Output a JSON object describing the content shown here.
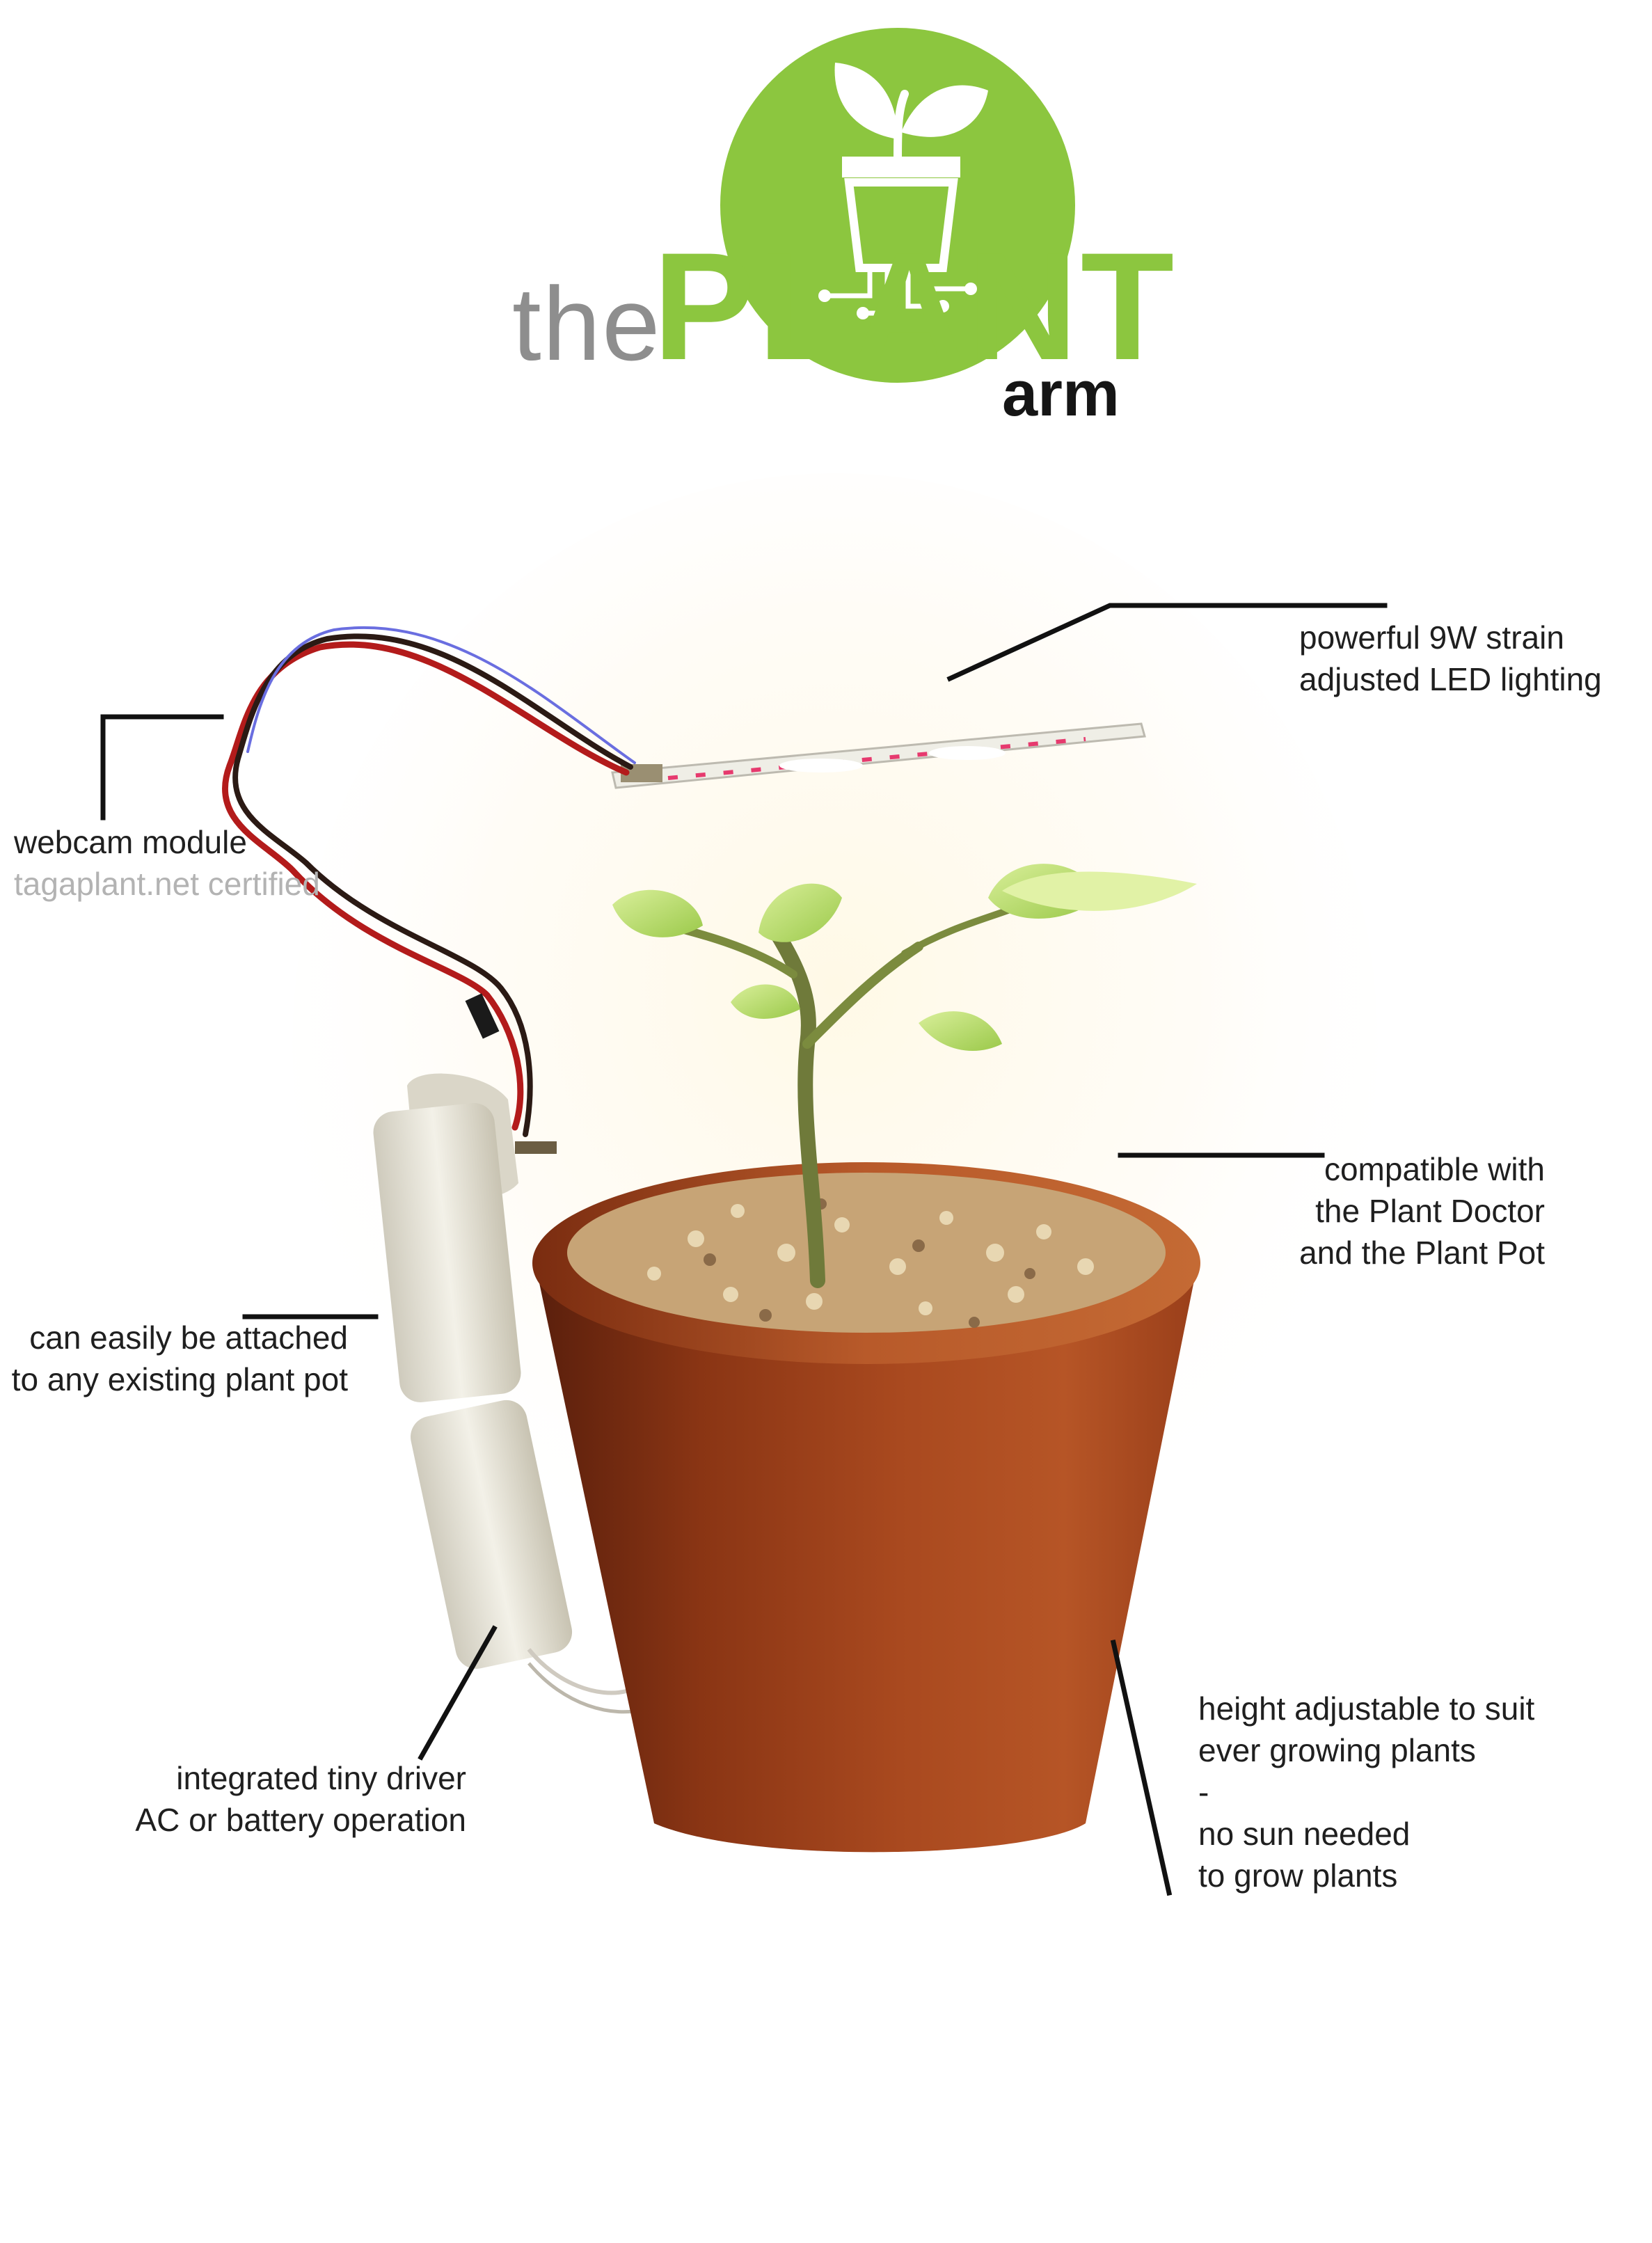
{
  "title": {
    "the": "the",
    "plant": "PLANT",
    "arm": "arm"
  },
  "colors": {
    "brand_green": "#8cc63f",
    "title_gray": "#8e8e8e",
    "muted_text": "#b3b3b3",
    "pot_terracotta": "#a0461f",
    "leader_line": "#111111"
  },
  "icons": [
    "plant-pot-logo-icon"
  ],
  "callouts": {
    "led": {
      "line1": "powerful 9W strain",
      "line2": "adjusted LED lighting"
    },
    "webcam": {
      "line1": "webcam module",
      "line2": "tagaplant.net certified"
    },
    "compatible": {
      "line1": "compatible with",
      "line2": "the Plant Doctor",
      "line3": "and the Plant Pot"
    },
    "attach": {
      "line1": "can easily be attached",
      "line2": "to any existing plant pot"
    },
    "driver": {
      "line1": "integrated tiny driver",
      "line2": "AC or battery operation"
    },
    "height": {
      "line1": "height adjustable to suit",
      "line2": "ever growing plants",
      "line3": "-",
      "line4": "no sun needed",
      "line5": "to grow plants"
    }
  }
}
